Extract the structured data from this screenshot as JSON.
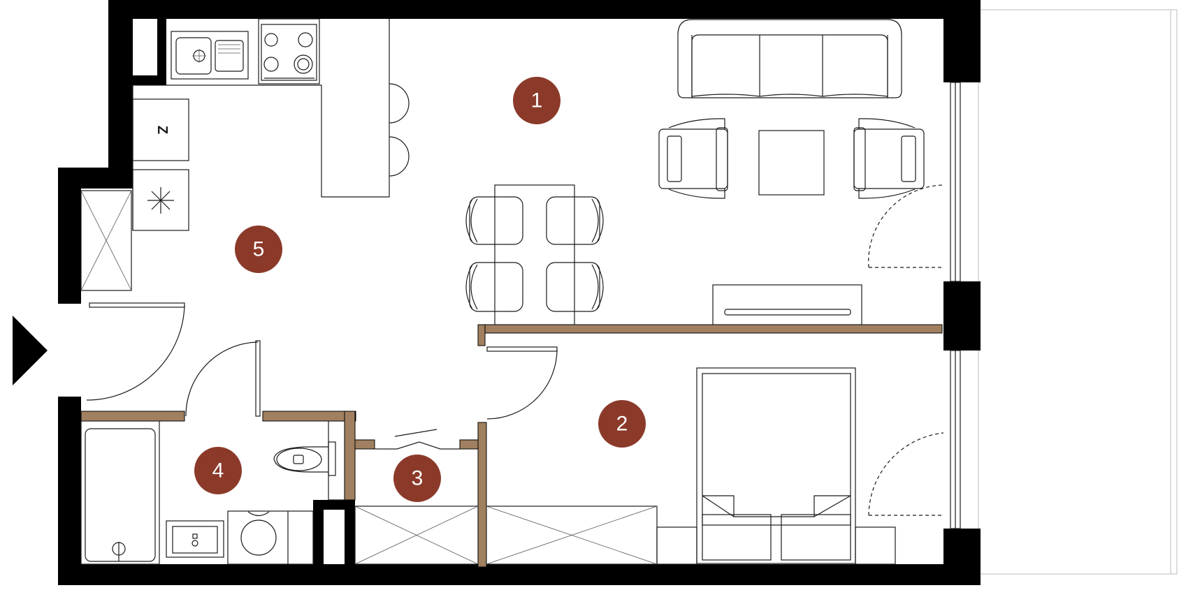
{
  "rooms": [
    {
      "number": "1"
    },
    {
      "number": "2"
    },
    {
      "number": "3"
    },
    {
      "number": "4"
    },
    {
      "number": "5"
    }
  ],
  "appliances": {
    "dishwasher_mark": "Z"
  },
  "colors": {
    "wall": "#000000",
    "partition": "#a08060",
    "badge": "#8b3a2a",
    "badge_text": "#ffffff",
    "line": "#1a1a1a"
  }
}
